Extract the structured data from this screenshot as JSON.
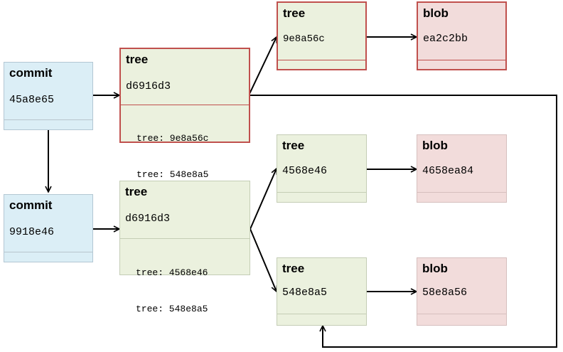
{
  "nodes": {
    "commit_top": {
      "kind": "commit",
      "hash": "45a8e65"
    },
    "commit_bot": {
      "kind": "commit",
      "hash": "9918e46"
    },
    "tree_top": {
      "kind": "tree",
      "hash": "d6916d3",
      "entries": [
        "tree: 9e8a56c",
        "tree: 548e8a5"
      ]
    },
    "tree_bot": {
      "kind": "tree",
      "hash": "d6916d3",
      "entries": [
        "tree: 4568e46",
        "tree: 548e8a5"
      ]
    },
    "tree_9e8a56c": {
      "kind": "tree",
      "hash": "9e8a56c"
    },
    "tree_4568e46": {
      "kind": "tree",
      "hash": "4568e46"
    },
    "tree_548e8a5": {
      "kind": "tree",
      "hash": "548e8a5"
    },
    "blob_ea2c2bb": {
      "kind": "blob",
      "hash": "ea2c2bb"
    },
    "blob_4658ea84": {
      "kind": "blob",
      "hash": "4658ea84"
    },
    "blob_58e8a56": {
      "kind": "blob",
      "hash": "58e8a56"
    }
  },
  "colors": {
    "commit_fill": "#dbeef6",
    "tree_fill": "#ebf1de",
    "blob_fill": "#f2dcdb",
    "highlight_border": "#c0504d",
    "arrow": "#000000"
  }
}
